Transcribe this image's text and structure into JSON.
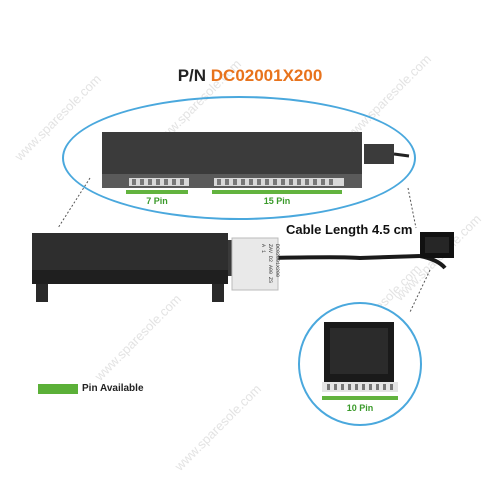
{
  "title": {
    "prefix": "P/N",
    "part_number": "DC02001X200"
  },
  "watermark_text": "www.sparesole.com",
  "main_connector": {
    "pins_left_label": "7 Pin",
    "pins_right_label": "15 Pin"
  },
  "cable_length_label": "Cable Length 4.5 cm",
  "small_connector": {
    "pins_label": "10 Pin"
  },
  "cable_tag_lines": [
    "DC02001X200",
    "ZAV D2 A00 ZS",
    "A 1"
  ],
  "legend": {
    "label": "Pin Available"
  },
  "colors": {
    "accent_orange": "#e8731c",
    "circle_blue": "#4aa8dd",
    "pin_green": "#5bb038"
  }
}
